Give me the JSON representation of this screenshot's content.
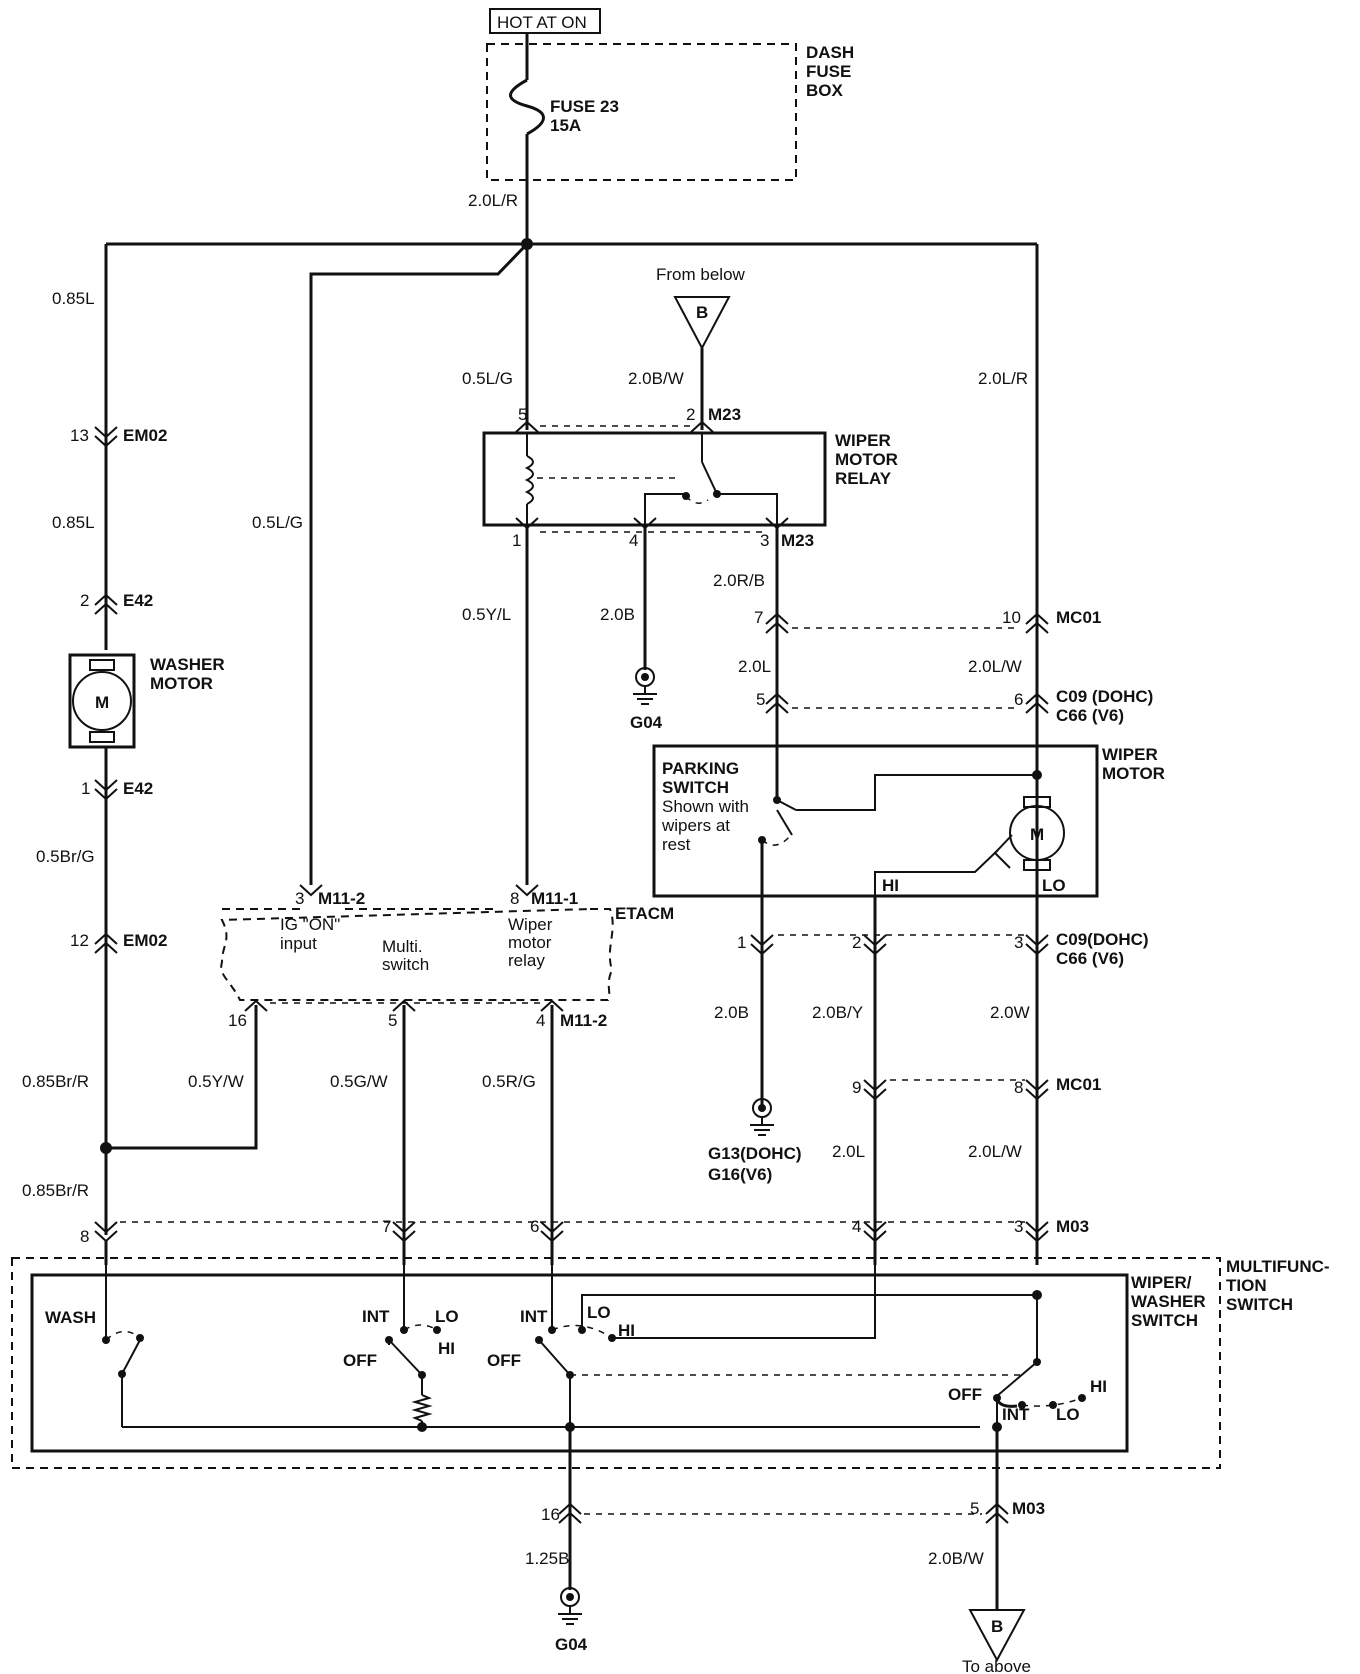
{
  "source": {
    "label": "HOT AT ON"
  },
  "fuse_box": {
    "label_lines": [
      "DASH",
      "FUSE",
      "BOX"
    ],
    "fuse_name": "FUSE 23",
    "fuse_rating": "15A"
  },
  "relay": {
    "label_lines": [
      "WIPER",
      "MOTOR",
      "RELAY"
    ]
  },
  "washer_motor": {
    "label_lines": [
      "WASHER",
      "MOTOR"
    ],
    "symbol": "M"
  },
  "wiper_motor": {
    "label_lines": [
      "WIPER",
      "MOTOR"
    ],
    "symbol": "M",
    "hi": "HI",
    "lo": "LO"
  },
  "parking_switch": {
    "title_lines": [
      "PARKING",
      "SWITCH"
    ],
    "note_lines": [
      "Shown with",
      "wipers at",
      "rest"
    ]
  },
  "etacm": {
    "name": "ETACM",
    "ig_on_lines": [
      "IG \"ON\"",
      "input"
    ],
    "multi_lines": [
      "Multi.",
      "switch"
    ],
    "relay_lines": [
      "Wiper",
      "motor",
      "relay"
    ]
  },
  "multifunction": {
    "label_lines": [
      "MULTIFUNC-",
      "TION",
      "SWITCH"
    ],
    "inner_label_lines": [
      "WIPER/",
      "WASHER",
      "SWITCH"
    ],
    "wash": "WASH",
    "int": "INT",
    "lo": "LO",
    "hi": "HI",
    "off": "OFF"
  },
  "offpage": {
    "from_below": "From below",
    "to_above": "To above",
    "letter": "B"
  },
  "grounds": {
    "g04": "G04",
    "g13": "G13(DOHC)",
    "g16": "G16(V6)"
  },
  "wires": {
    "main": "2.0L/R",
    "washer_top": "0.85L",
    "washer_mid": "0.85L",
    "ig_input": "0.5L/G",
    "relay_coil": "0.5L/G",
    "relay_ctrl": "0.5Y/L",
    "relay_b": "2.0B/W",
    "relay_gnd": "2.0B",
    "relay_out": "2.0R/B",
    "park_in": "2.0L",
    "wiper_feed": "2.0L/R",
    "wiper_feed2": "2.0L/W",
    "washer_low": "0.5Br/G",
    "washer_sw": "0.85Br/R",
    "washer_sw2": "0.85Br/R",
    "etacm16": "0.5Y/W",
    "etacm5": "0.5G/W",
    "etacm4": "0.5R/G",
    "park_gnd": "2.0B",
    "hi": "2.0B/Y",
    "lo": "2.0W",
    "hi2": "2.0L",
    "lo2": "2.0L/W",
    "sw_gnd": "1.25B",
    "sw_b": "2.0B/W"
  },
  "connectors": {
    "em02": "EM02",
    "e42": "E42",
    "m23": "M23",
    "mc01": "MC01",
    "c09_dohc": "C09 (DOHC)",
    "c66_v6": "C66 (V6)",
    "c09b": "C09(DOHC)",
    "c66b": "C66 (V6)",
    "m11_2": "M11-2",
    "m11_1": "M11-1",
    "m03": "M03"
  },
  "pins": {
    "em02_13": "13",
    "e42_2": "2",
    "e42_1": "1",
    "em02_12": "12",
    "relay_5": "5",
    "relay_2": "2",
    "relay_1": "1",
    "relay_4": "4",
    "relay_3": "3",
    "mc01_7": "7",
    "mc01_10": "10",
    "c_5": "5",
    "c_6": "6",
    "m11_3": "3",
    "m11_8": "8",
    "m11_16": "16",
    "m11_5": "5",
    "m11_4": "4",
    "c_1": "1",
    "c_2": "2",
    "c_3": "3",
    "mc01_9": "9",
    "mc01_8": "8",
    "m03_8": "8",
    "m03_7": "7",
    "m03_6": "6",
    "m03_4": "4",
    "m03_3": "3",
    "m03_16": "16",
    "m03_5": "5"
  }
}
